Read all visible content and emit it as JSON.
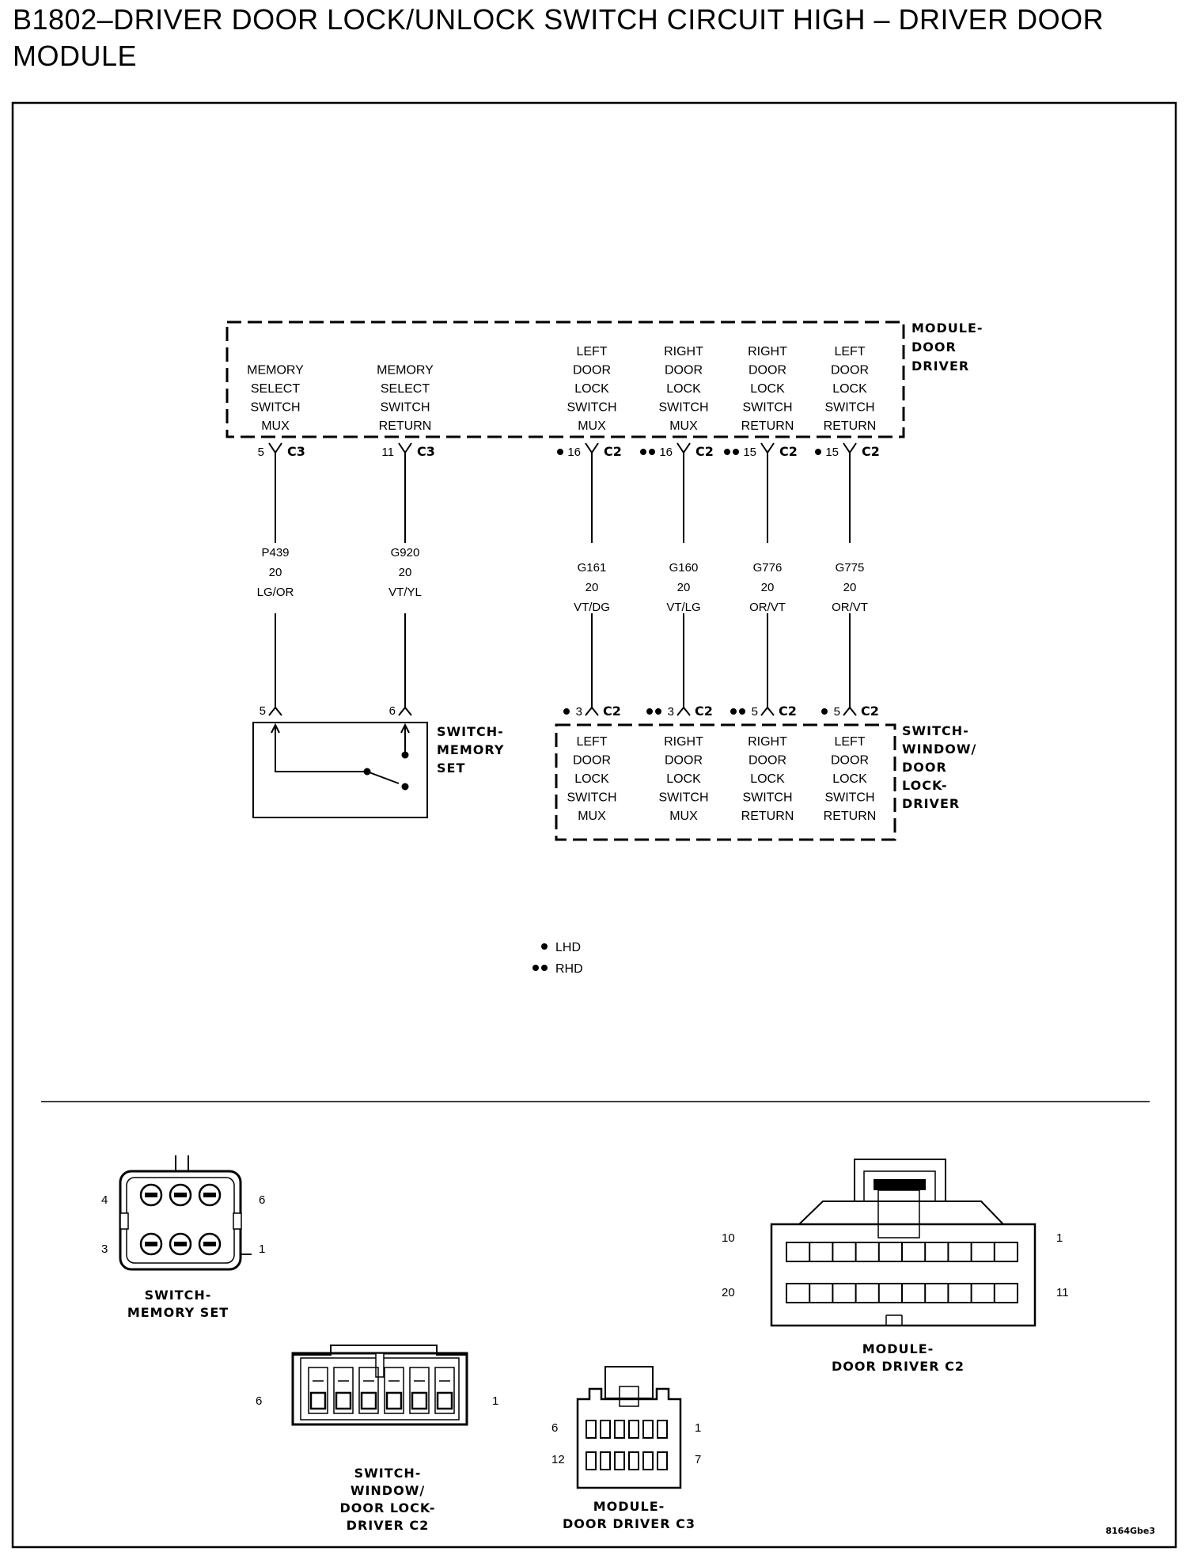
{
  "title": "B1802–DRIVER DOOR LOCK/UNLOCK SWITCH CIRCUIT HIGH – DRIVER DOOR\nMODULE",
  "module": {
    "name_lines": [
      "MODULE-",
      "DOOR",
      "DRIVER"
    ],
    "circuits": [
      {
        "id": "mem-mux",
        "lines": [
          "MEMORY",
          "SELECT",
          "SWITCH",
          "MUX"
        ],
        "pin": "5",
        "connector": "C3",
        "marker": "",
        "wire": [
          "P439",
          "20",
          "LG/OR"
        ]
      },
      {
        "id": "mem-ret",
        "lines": [
          "MEMORY",
          "SELECT",
          "SWITCH",
          "RETURN"
        ],
        "pin": "11",
        "connector": "C3",
        "marker": "",
        "wire": [
          "G920",
          "20",
          "VT/YL"
        ]
      },
      {
        "id": "ld-mux",
        "lines": [
          "LEFT",
          "DOOR",
          "LOCK",
          "SWITCH",
          "MUX"
        ],
        "pin": "16",
        "connector": "C2",
        "marker": "●",
        "wire": [
          "G161",
          "20",
          "VT/DG"
        ]
      },
      {
        "id": "rd-mux",
        "lines": [
          "RIGHT",
          "DOOR",
          "LOCK",
          "SWITCH",
          "MUX"
        ],
        "pin": "16",
        "connector": "C2",
        "marker": "●●",
        "wire": [
          "G160",
          "20",
          "VT/LG"
        ]
      },
      {
        "id": "rd-ret",
        "lines": [
          "RIGHT",
          "DOOR",
          "LOCK",
          "SWITCH",
          "RETURN"
        ],
        "pin": "15",
        "connector": "C2",
        "marker": "●●",
        "wire": [
          "G776",
          "20",
          "OR/VT"
        ]
      },
      {
        "id": "ld-ret",
        "lines": [
          "LEFT",
          "DOOR",
          "LOCK",
          "SWITCH",
          "RETURN"
        ],
        "pin": "15",
        "connector": "C2",
        "marker": "●",
        "wire": [
          "G775",
          "20",
          "OR/VT"
        ]
      }
    ]
  },
  "memory_switch": {
    "name_lines": [
      "SWITCH-",
      "MEMORY",
      "SET"
    ],
    "pins": [
      "5",
      "6"
    ]
  },
  "window_switch": {
    "name_lines": [
      "SWITCH-",
      "WINDOW/",
      "DOOR",
      "LOCK-",
      "DRIVER"
    ],
    "circuits": [
      {
        "lines": [
          "LEFT",
          "DOOR",
          "LOCK",
          "SWITCH",
          "MUX"
        ],
        "pin": "3",
        "connector": "C2",
        "marker": "●"
      },
      {
        "lines": [
          "RIGHT",
          "DOOR",
          "LOCK",
          "SWITCH",
          "MUX"
        ],
        "pin": "3",
        "connector": "C2",
        "marker": "●●"
      },
      {
        "lines": [
          "RIGHT",
          "DOOR",
          "LOCK",
          "SWITCH",
          "RETURN"
        ],
        "pin": "5",
        "connector": "C2",
        "marker": "●●"
      },
      {
        "lines": [
          "LEFT",
          "DOOR",
          "LOCK",
          "SWITCH",
          "RETURN"
        ],
        "pin": "5",
        "connector": "C2",
        "marker": "●"
      }
    ]
  },
  "legend": [
    {
      "marker": "●",
      "label": "LHD"
    },
    {
      "marker": "●●",
      "label": "RHD"
    }
  ],
  "connector_views": {
    "memory_set": {
      "name_lines": [
        "SWITCH-",
        "MEMORY SET"
      ],
      "pins": {
        "top_left": "4",
        "top_right": "6",
        "bottom_left": "3",
        "bottom_right": "1"
      }
    },
    "window_c2": {
      "name_lines": [
        "SWITCH-",
        "WINDOW/",
        "DOOR LOCK-",
        "DRIVER C2"
      ],
      "pins": {
        "left": "6",
        "right": "1"
      }
    },
    "door_c3": {
      "name_lines": [
        "MODULE-",
        "DOOR DRIVER C3"
      ],
      "pins": {
        "top_left": "6",
        "top_right": "1",
        "bottom_left": "12",
        "bottom_right": "7"
      }
    },
    "door_c2": {
      "name_lines": [
        "MODULE-",
        "DOOR DRIVER C2"
      ],
      "pins": {
        "top_left": "10",
        "top_right": "1",
        "bottom_left": "20",
        "bottom_right": "11"
      }
    }
  },
  "figure_id": "8164Gbe3"
}
